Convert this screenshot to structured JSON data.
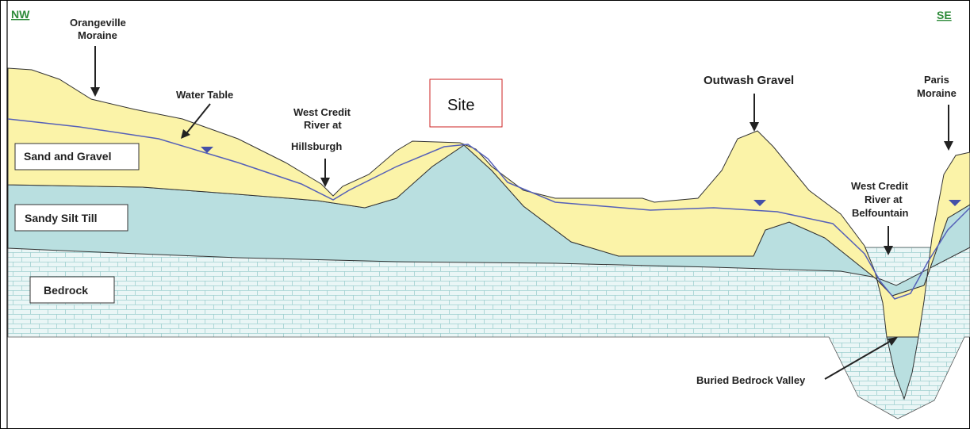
{
  "directions": {
    "left": "NW",
    "right": "SE"
  },
  "layers": {
    "sand_gravel": "Sand and Gravel",
    "sandy_silt_till": "Sandy Silt Till",
    "bedrock": "Bedrock"
  },
  "site": "Site",
  "annotations": {
    "orangeville": [
      "Orangeville",
      "Moraine"
    ],
    "water_table": "Water Table",
    "hillsburgh": [
      "West Credit",
      "River at",
      "Hillsburgh"
    ],
    "outwash": "Outwash Gravel",
    "paris": [
      "Paris",
      "Moraine"
    ],
    "belfountain": [
      "West Credit",
      "River at",
      "Belfountain"
    ],
    "buried_valley": "Buried Bedrock Valley"
  },
  "colors": {
    "sand": "#fbf3a8",
    "till": "#b9dfe0",
    "bedrock_bg": "#eaf6f6",
    "water_line": "#5560b8",
    "site_border": "#cc2222",
    "direction": "#2e8b3a"
  }
}
